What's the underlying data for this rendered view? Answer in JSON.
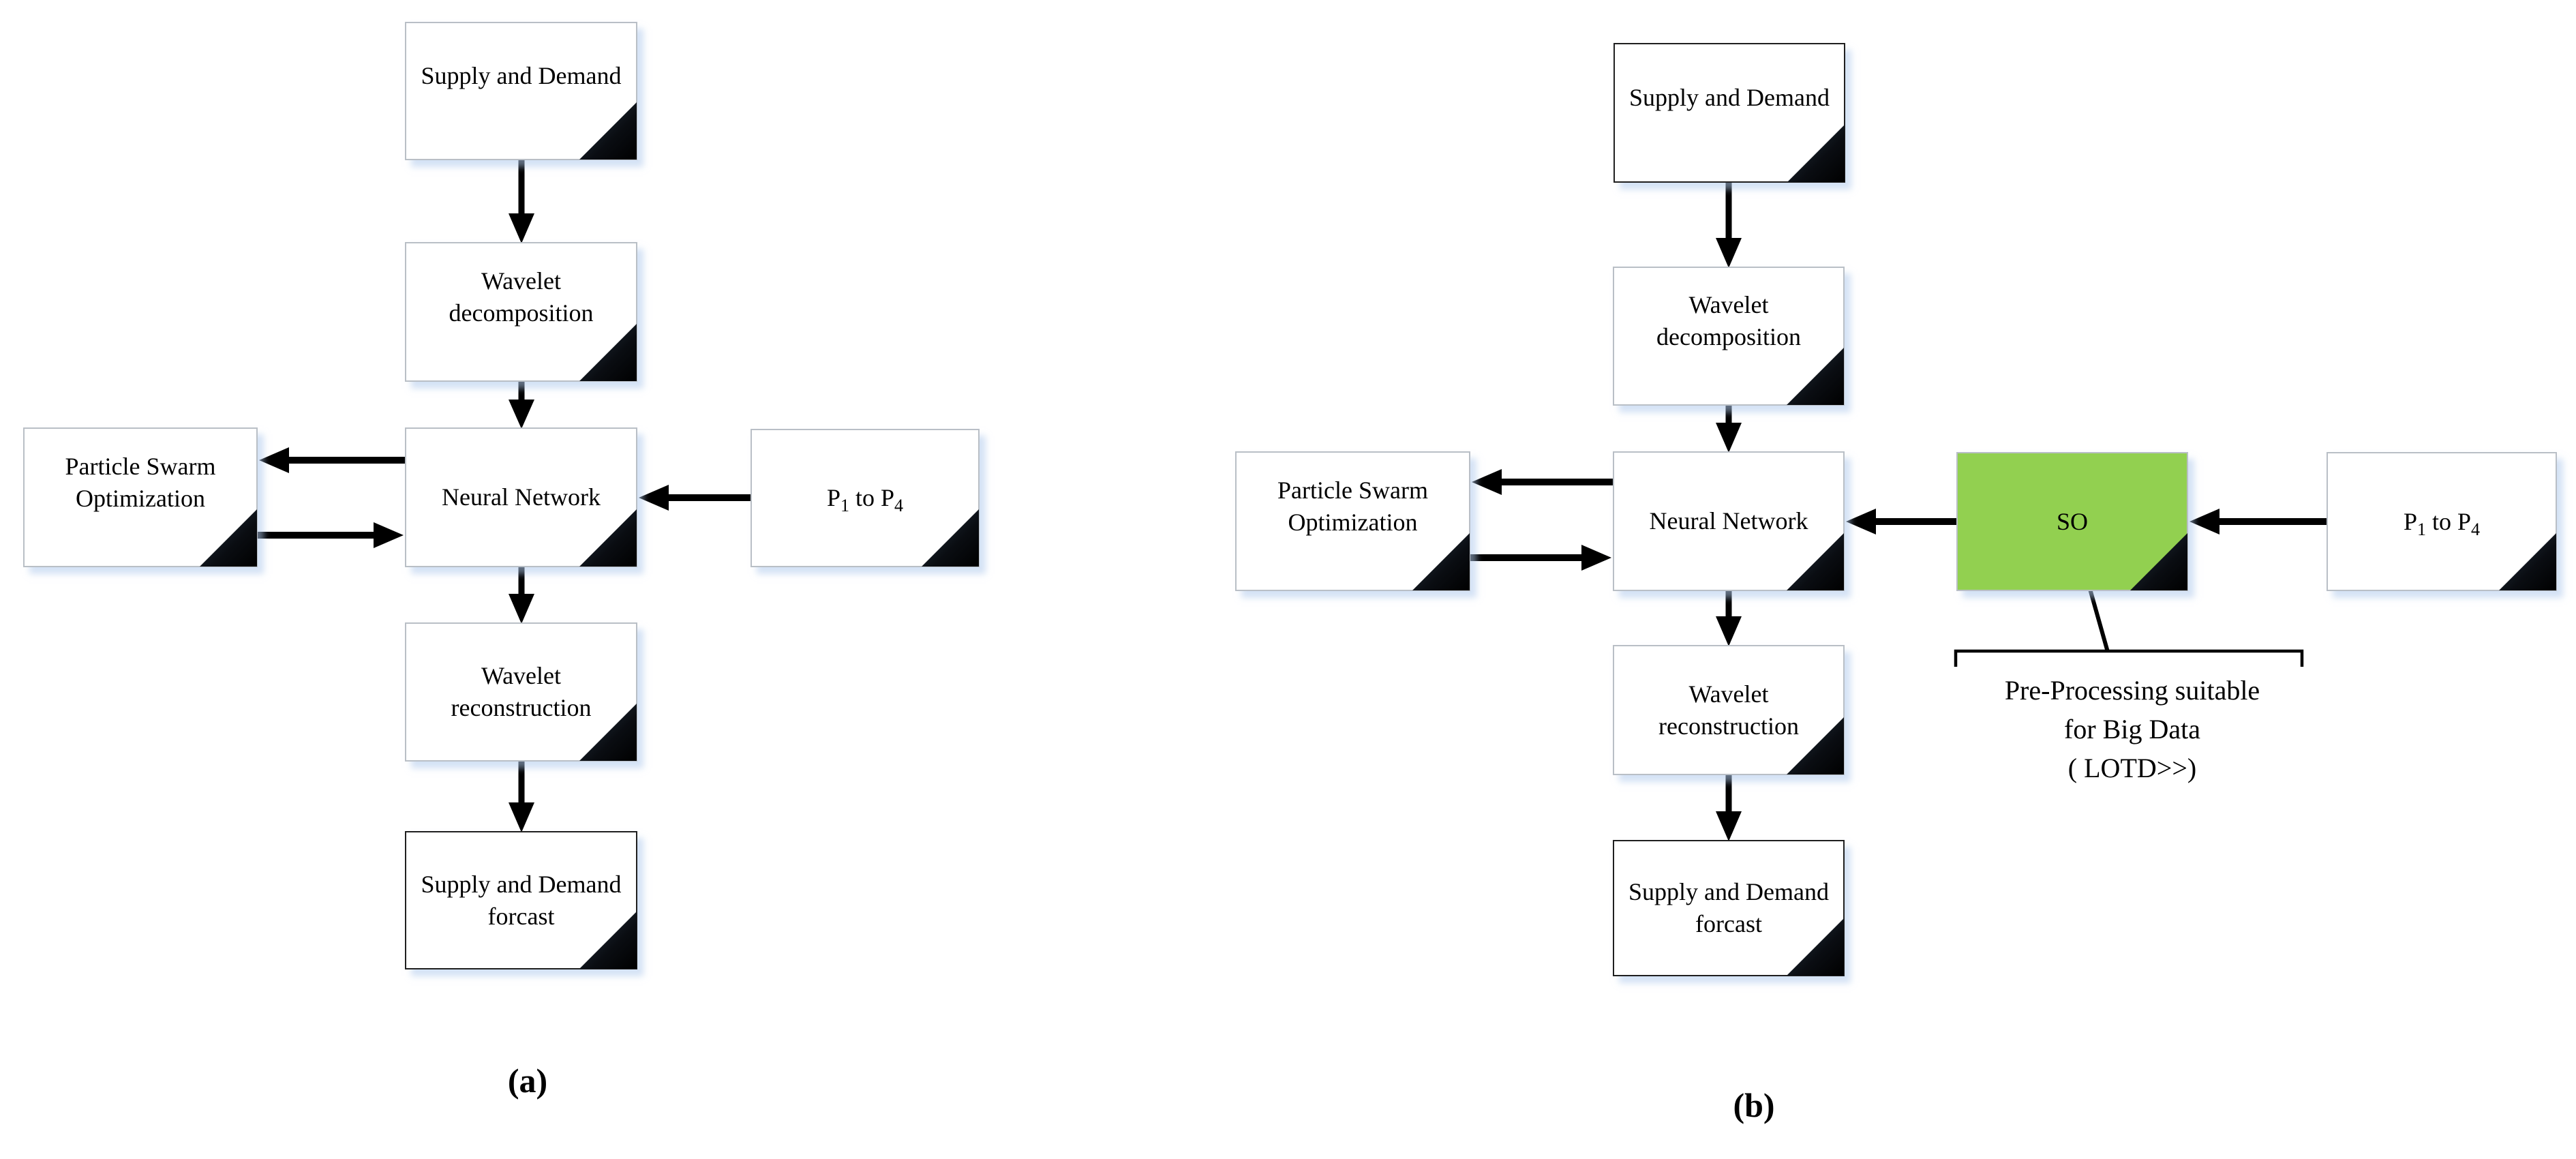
{
  "colors": {
    "so_fill": "#92D050",
    "line": "#000000",
    "border_light": "#b9bfc6",
    "border_dark": "#1f1f1f"
  },
  "panel_a": {
    "label": "(a)",
    "nodes": {
      "supply_demand": "Supply and Demand",
      "wavelet_decomposition": "Wavelet\ndecomposition",
      "neural_network": "Neural Network",
      "particle_swarm": "Particle Swarm\nOptimization",
      "p_range": {
        "first": "P",
        "first_sub": "1",
        "middle": " to ",
        "second": "P",
        "second_sub": "4"
      },
      "wavelet_reconstruction": "Wavelet\nreconstruction",
      "forecast": "Supply and Demand\nforcast"
    }
  },
  "panel_b": {
    "label": "(b)",
    "nodes": {
      "supply_demand": "Supply and Demand",
      "wavelet_decomposition": "Wavelet\ndecomposition",
      "neural_network": "Neural Network",
      "particle_swarm": "Particle Swarm\nOptimization",
      "so": "SO",
      "p_range": {
        "first": "P",
        "first_sub": "1",
        "middle": " to ",
        "second": "P",
        "second_sub": "4"
      },
      "wavelet_reconstruction": "Wavelet\nreconstruction",
      "forecast": "Supply and Demand\nforcast"
    },
    "callout": "Pre-Processing suitable\nfor Big Data\n( LOTD>>)"
  }
}
